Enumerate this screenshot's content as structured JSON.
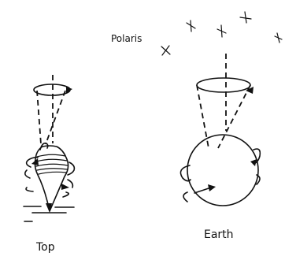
{
  "labels": {
    "polaris": "Polaris",
    "earth": "Earth",
    "top": "Top"
  },
  "colors": {
    "ink": "#111111",
    "background": "#ffffff"
  }
}
